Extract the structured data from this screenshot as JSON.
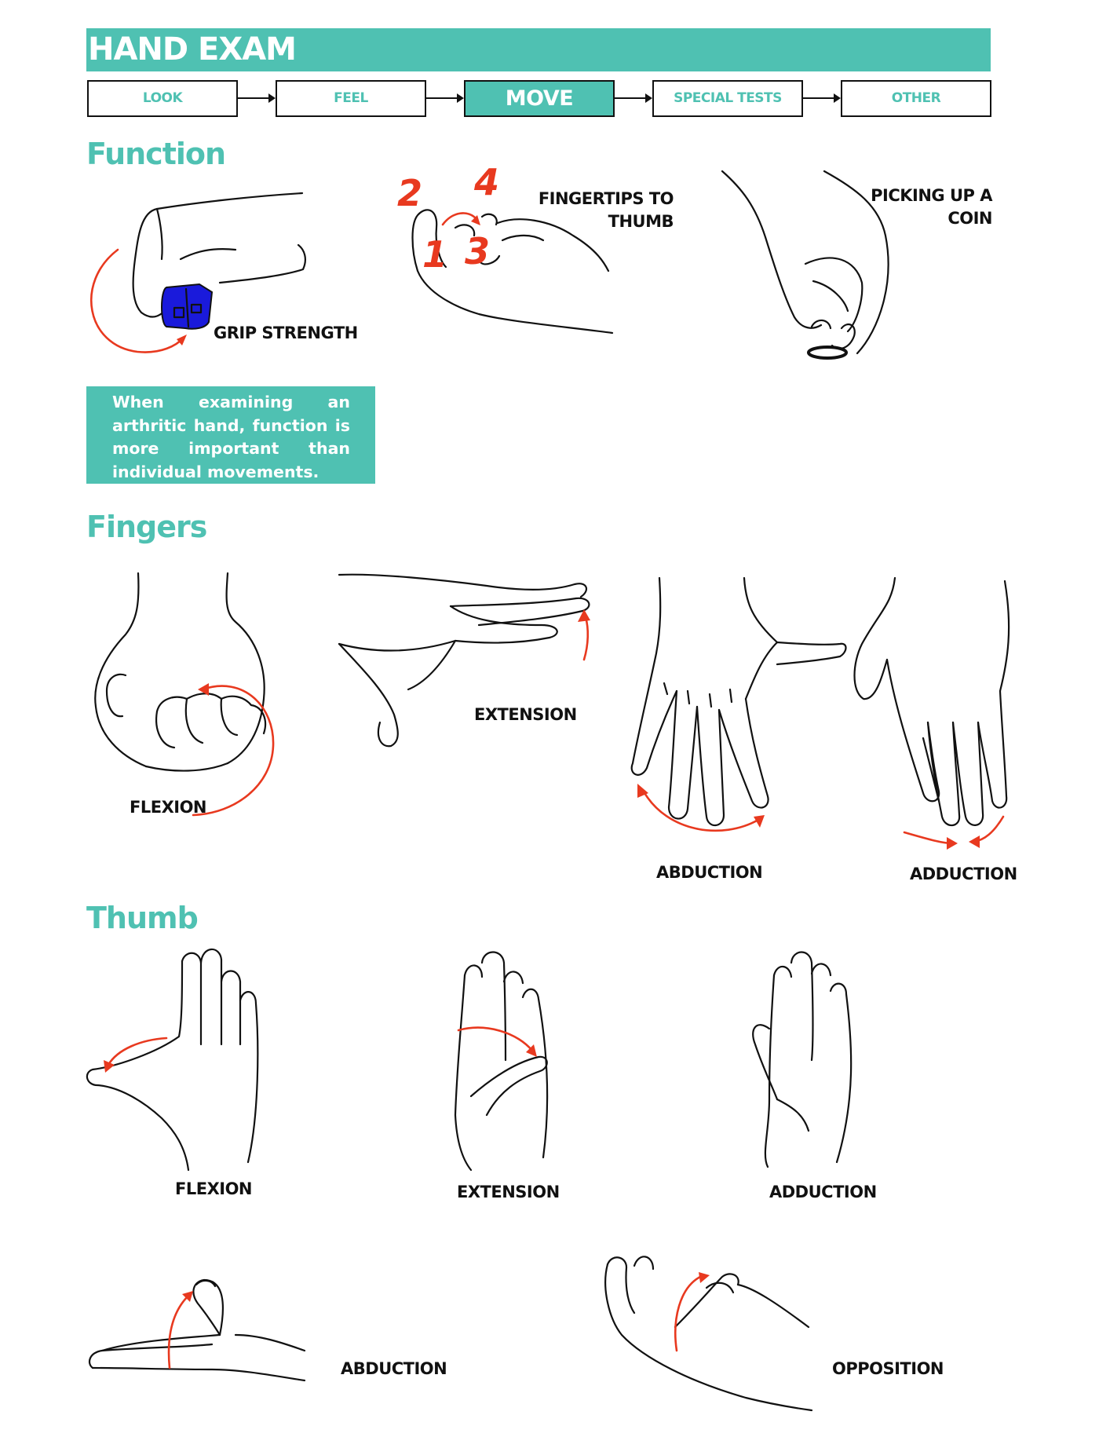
{
  "banner": {
    "title": "HAND EXAM"
  },
  "steps": [
    {
      "label": "LOOK",
      "active": false
    },
    {
      "label": "FEEL",
      "active": false
    },
    {
      "label": "MOVE",
      "active": true
    },
    {
      "label": "SPECIAL TESTS",
      "active": false
    },
    {
      "label": "OTHER",
      "active": false
    }
  ],
  "function_section": {
    "title": "Function",
    "grip_label": "GRIP STRENGTH",
    "fingertips_label_line1": "FINGERTIPS TO",
    "fingertips_label_line2": "THUMB",
    "fingertip_numbers": [
      "1",
      "2",
      "3",
      "4"
    ],
    "coin_label_line1": "PICKING UP A",
    "coin_label_line2": "COIN",
    "note": "When examining an arthritic hand, function is more important than individual movements."
  },
  "fingers_section": {
    "title": "Fingers",
    "flexion_label": "FLEXION",
    "extension_label": "EXTENSION",
    "abduction_label": "ABDUCTION",
    "adduction_label": "ADDUCTION"
  },
  "thumb_section": {
    "title": "Thumb",
    "flexion_label": "FLEXION",
    "extension_label": "EXTENSION",
    "adduction_label": "ADDUCTION",
    "abduction_label": "ABDUCTION",
    "opposition_label": "OPPOSITION"
  },
  "colors": {
    "accent": "#4fc1b2",
    "arrow": "#e8391f",
    "grip_device": "#1a1adb",
    "ink": "#111111"
  }
}
